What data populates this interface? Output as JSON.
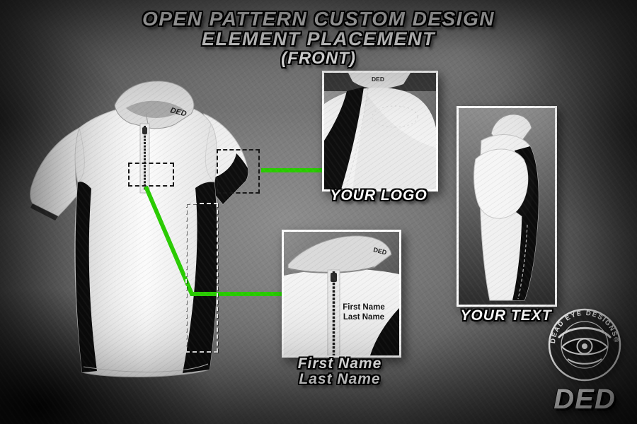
{
  "title": {
    "line1": "OPEN PATTERN CUSTOM DESIGN",
    "line2": "ELEMENT PLACEMENT",
    "line3": "(FRONT)"
  },
  "shirt": {
    "collar_logo": "DED"
  },
  "details": {
    "logo": {
      "label": "YOUR LOGO"
    },
    "text": {
      "label": "YOUR TEXT"
    },
    "name": {
      "label_line1": "First Name",
      "label_line2": "Last Name",
      "shirt_text_line1": "First Name",
      "shirt_text_line2": "Last Name"
    }
  },
  "brand": {
    "arc_text": "DEAD EYE DESIGNS®",
    "wordmark": "DED"
  },
  "colors": {
    "accent_green": "#29cc00",
    "fabric_white": "#f2f2f2",
    "panel_black": "#0d0d0d"
  }
}
